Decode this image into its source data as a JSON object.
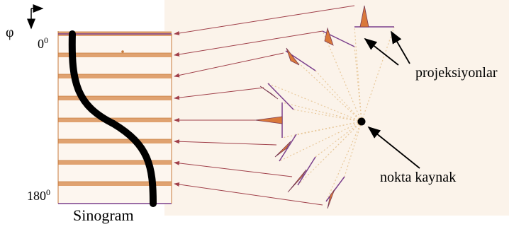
{
  "labels": {
    "phi": "φ",
    "angle_start": "0",
    "angle_end": "180",
    "degree_sup": "0",
    "sinogram": "Sinogram",
    "projections": "projeksiyonlar",
    "point_source": "nokta kaynak"
  },
  "colors": {
    "background": "#fbf1e6",
    "row": "#e0a270",
    "row_edge": "#c77b3e",
    "frame": "#7b3f8c",
    "arrow": "#a0404a",
    "curve": "#000000",
    "ray": "#e8c89a",
    "profile": "#d9783a"
  }
}
